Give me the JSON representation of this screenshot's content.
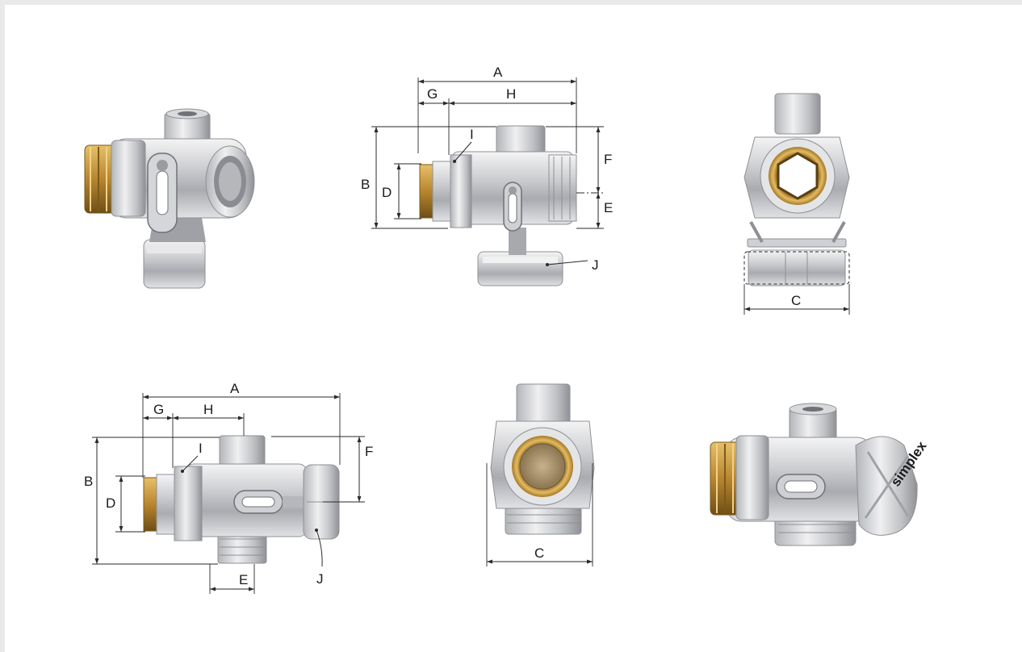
{
  "labels": {
    "a": "A",
    "b": "B",
    "c": "C",
    "d": "D",
    "e": "E",
    "f": "F",
    "g": "G",
    "h": "H",
    "i": "I",
    "j": "J"
  },
  "brand": "simplex",
  "colors": {
    "brass": "#c9973a",
    "chrome": "#c8c9cc",
    "chrome_dark": "#8e9095",
    "line": "#2a2a2a"
  }
}
